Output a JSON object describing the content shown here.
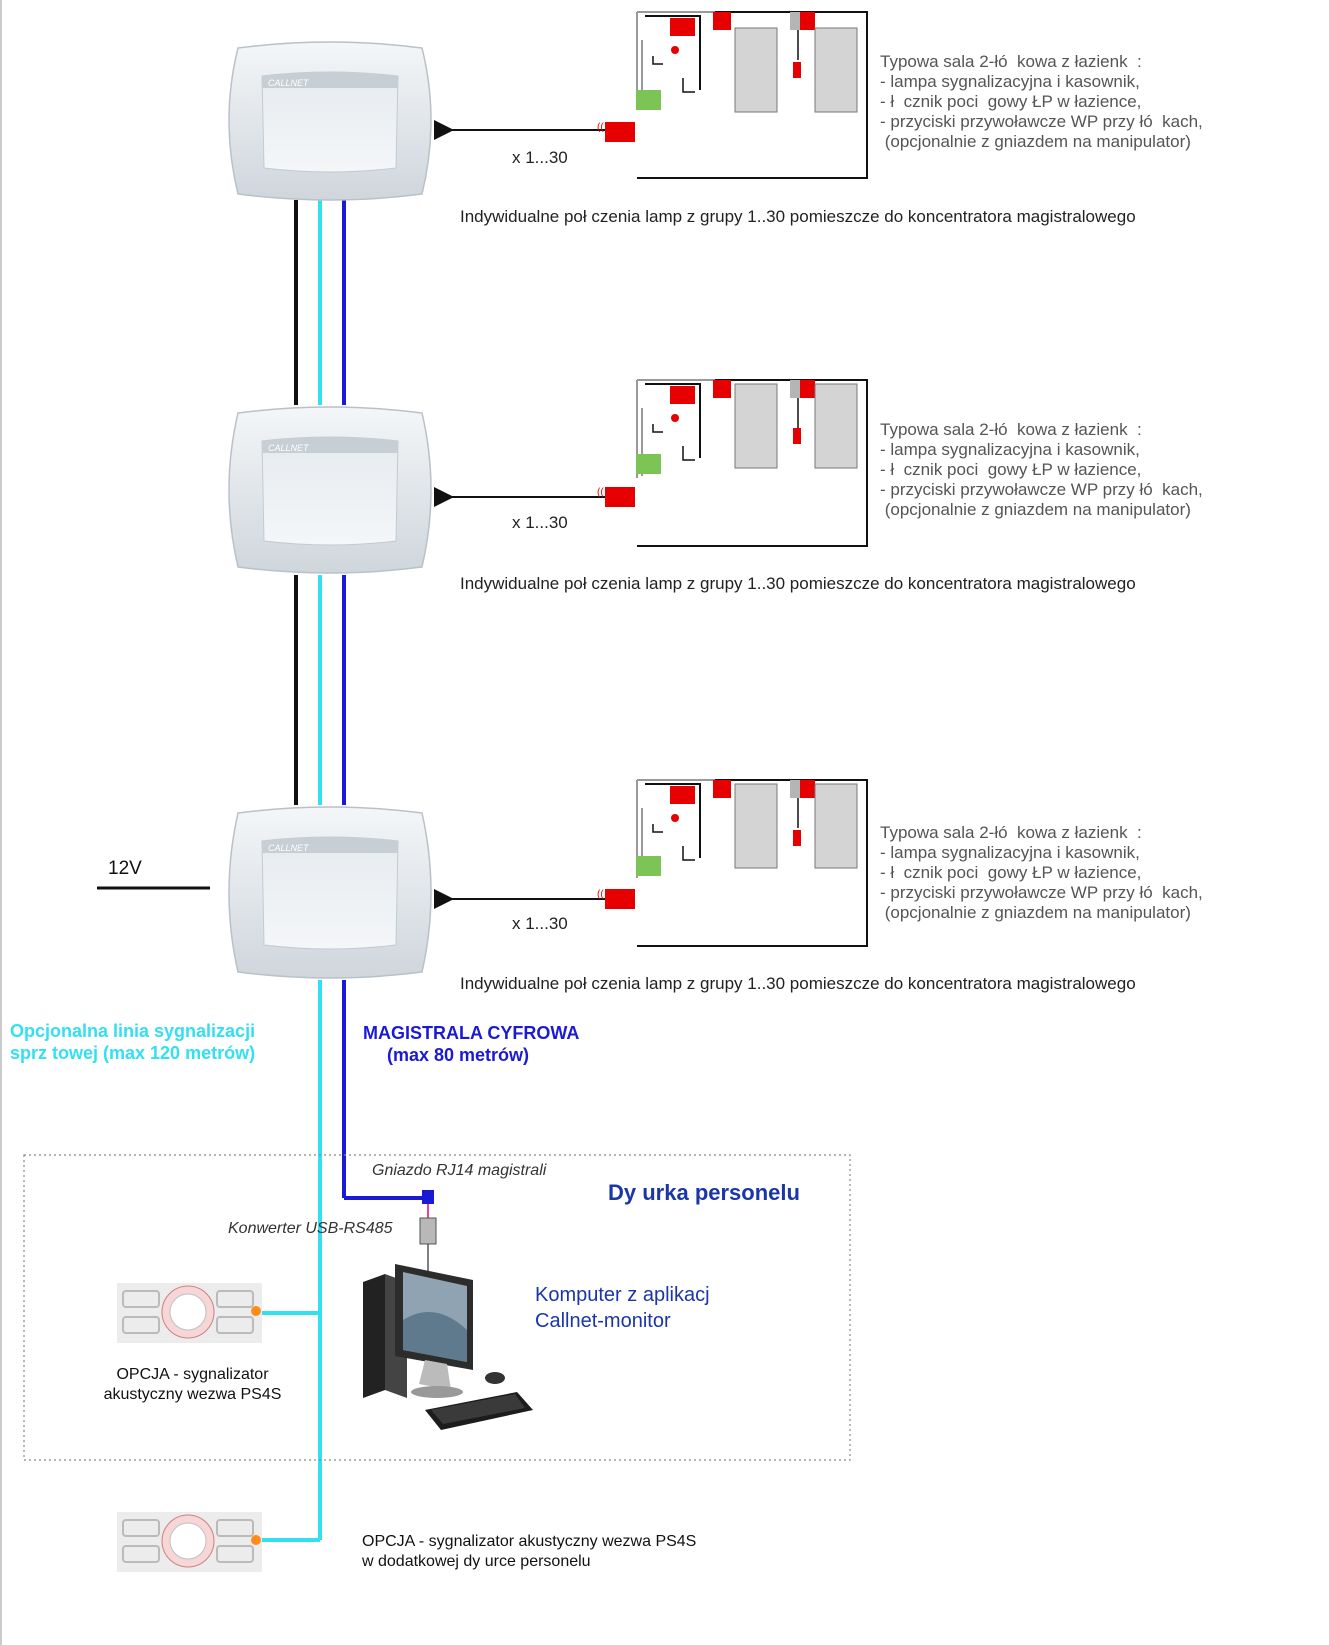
{
  "rooms": [
    {
      "description": "Typowa sala 2-łó  kowa z łazienk  :\n- lampa sygnalizacyjna i kasownik,\n- ł  cznik poci  gowy ŁP w łazience,\n- przyciski przywoławcze WP przy łó  kach,\n (opcjonalnie z gniazdem na manipulator)",
      "multiplier": "x 1...30",
      "connection_note": "Indywidualne poł  czenia lamp z grupy 1..30 pomieszcze   do koncentratora magistralowego"
    },
    {
      "description": "Typowa sala 2-łó  kowa z łazienk  :\n- lampa sygnalizacyjna i kasownik,\n- ł  cznik poci  gowy ŁP w łazience,\n- przyciski przywoławcze WP przy łó  kach,\n (opcjonalnie z gniazdem na manipulator)",
      "multiplier": "x 1...30",
      "connection_note": "Indywidualne poł  czenia lamp z grupy 1..30 pomieszcze   do koncentratora magistralowego"
    },
    {
      "description": "Typowa sala 2-łó  kowa z łazienk  :\n- lampa sygnalizacyjna i kasownik,\n- ł  cznik poci  gowy ŁP w łazience,\n- przyciski przywoławcze WP przy łó  kach,\n (opcjonalnie z gniazdem na manipulator)",
      "multiplier": "x 1...30",
      "connection_note": "Indywidualne poł  czenia lamp z grupy 1..30 pomieszcze   do koncentratora magistralowego"
    }
  ],
  "concentrator": {
    "brand": "CALLNET"
  },
  "power_label": "12V",
  "optional_line": {
    "line1": "Opcjonalna linia sygnalizacji",
    "line2": "sprz  towej (max 120 metrów)"
  },
  "bus": {
    "line1": "MAGISTRALA CYFROWA",
    "line2": "(max 80 metrów)"
  },
  "duty_room": {
    "title": "Dy  urka personelu",
    "socket_label": "Gniazdo RJ14 magistrali",
    "converter_label": "Konwerter USB-RS485",
    "computer_line1": "Komputer z aplikacj",
    "computer_line2": "Callnet-monitor",
    "option_line1": "OPCJA - sygnalizator",
    "option_line2": "akustyczny wezwa    PS4S"
  },
  "extra_option": {
    "line1": "OPCJA - sygnalizator akustyczny wezwa    PS4S",
    "line2": "w dodatkowej dy  urce personelu"
  },
  "colors": {
    "cyan_line": "#33e0f0",
    "blue_line": "#1a1ad6",
    "black_line": "#111111",
    "lamp_red": "#e60000",
    "switch_green": "#7cc456",
    "bed_gray": "#d4d4d4"
  }
}
